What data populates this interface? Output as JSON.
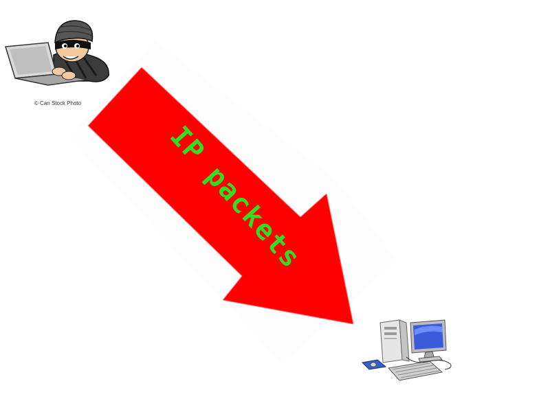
{
  "diagram": {
    "arrow": {
      "label": "IP packets",
      "fill_color": "#ff0000",
      "label_color": "#33dd22",
      "direction": "down-right"
    },
    "source": {
      "icon": "hacker-icon",
      "credit": "© Can Stock Photo"
    },
    "target": {
      "icon": "computer-icon"
    }
  }
}
